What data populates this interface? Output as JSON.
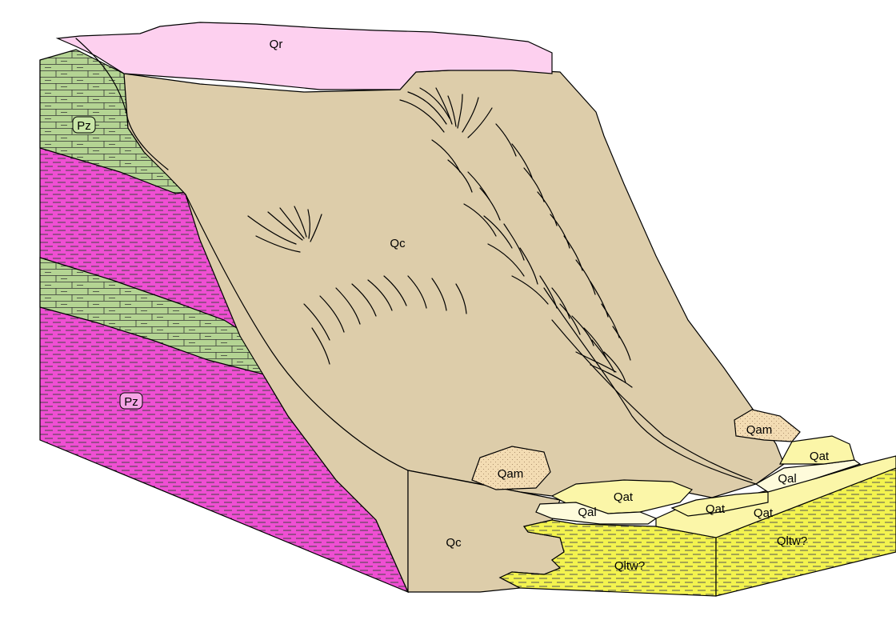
{
  "colors": {
    "qr": "#fdd0ef",
    "qc": "#ddcdaa",
    "pz_limestone": "#b4d493",
    "pz_shale": "#ef4fd3",
    "qat": "#fbf6a8",
    "qal": "#fefbdb",
    "qam": "#f3dcb3",
    "qltw": "#f3f34f",
    "outline": "#000000"
  },
  "labels": {
    "qr": "Qr",
    "qc_upper": "Qc",
    "qc_front": "Qc",
    "pz_upper": "Pz",
    "pz_lower": "Pz",
    "qam_front": "Qam",
    "qam_right": "Qam",
    "qat_front": "Qat",
    "qat_right_upper": "Qat",
    "qat_right_mid": "Qat",
    "qat_right_front": "Qat",
    "qal_front": "Qal",
    "qal_right": "Qal",
    "qltw_front": "Qltw?",
    "qltw_right": "Qltw?"
  }
}
